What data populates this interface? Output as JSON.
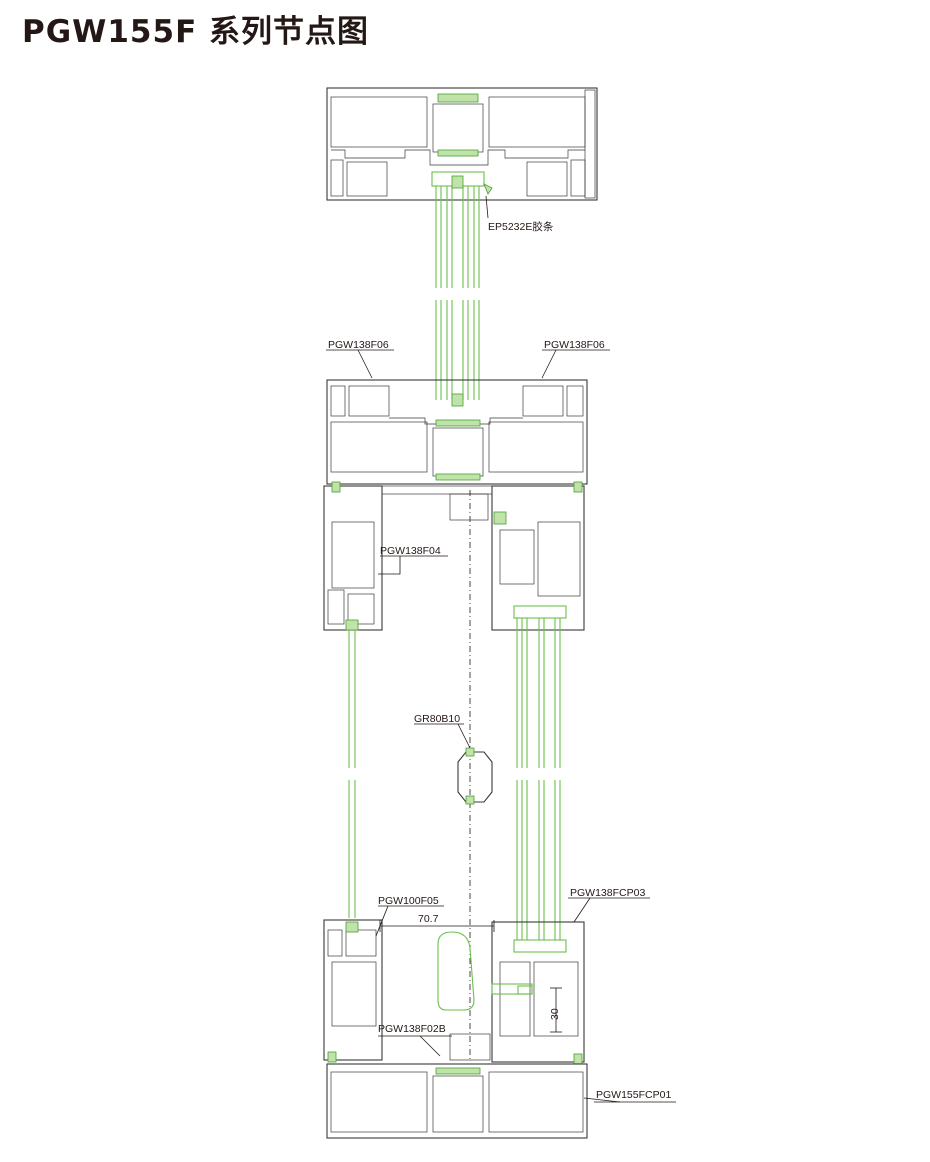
{
  "title": "PGW155F 系列节点图",
  "labels": {
    "top_gasket": "EP5232E胶条",
    "transom_left": "PGW138F06",
    "transom_right": "PGW138F06",
    "sash_left": "PGW138F04",
    "interlock": "GR80B10",
    "bottom_left": "PGW100F05",
    "bottom_right": "PGW138FCP03",
    "dimension_width": "70.7",
    "dimension_height": "30",
    "bottom_mid": "PGW138F02B",
    "bottom_frame": "PGW155FCP01"
  },
  "colors": {
    "profile": "#3a3a3a",
    "gasket_glass": "#6abf4b",
    "text": "#231815"
  }
}
